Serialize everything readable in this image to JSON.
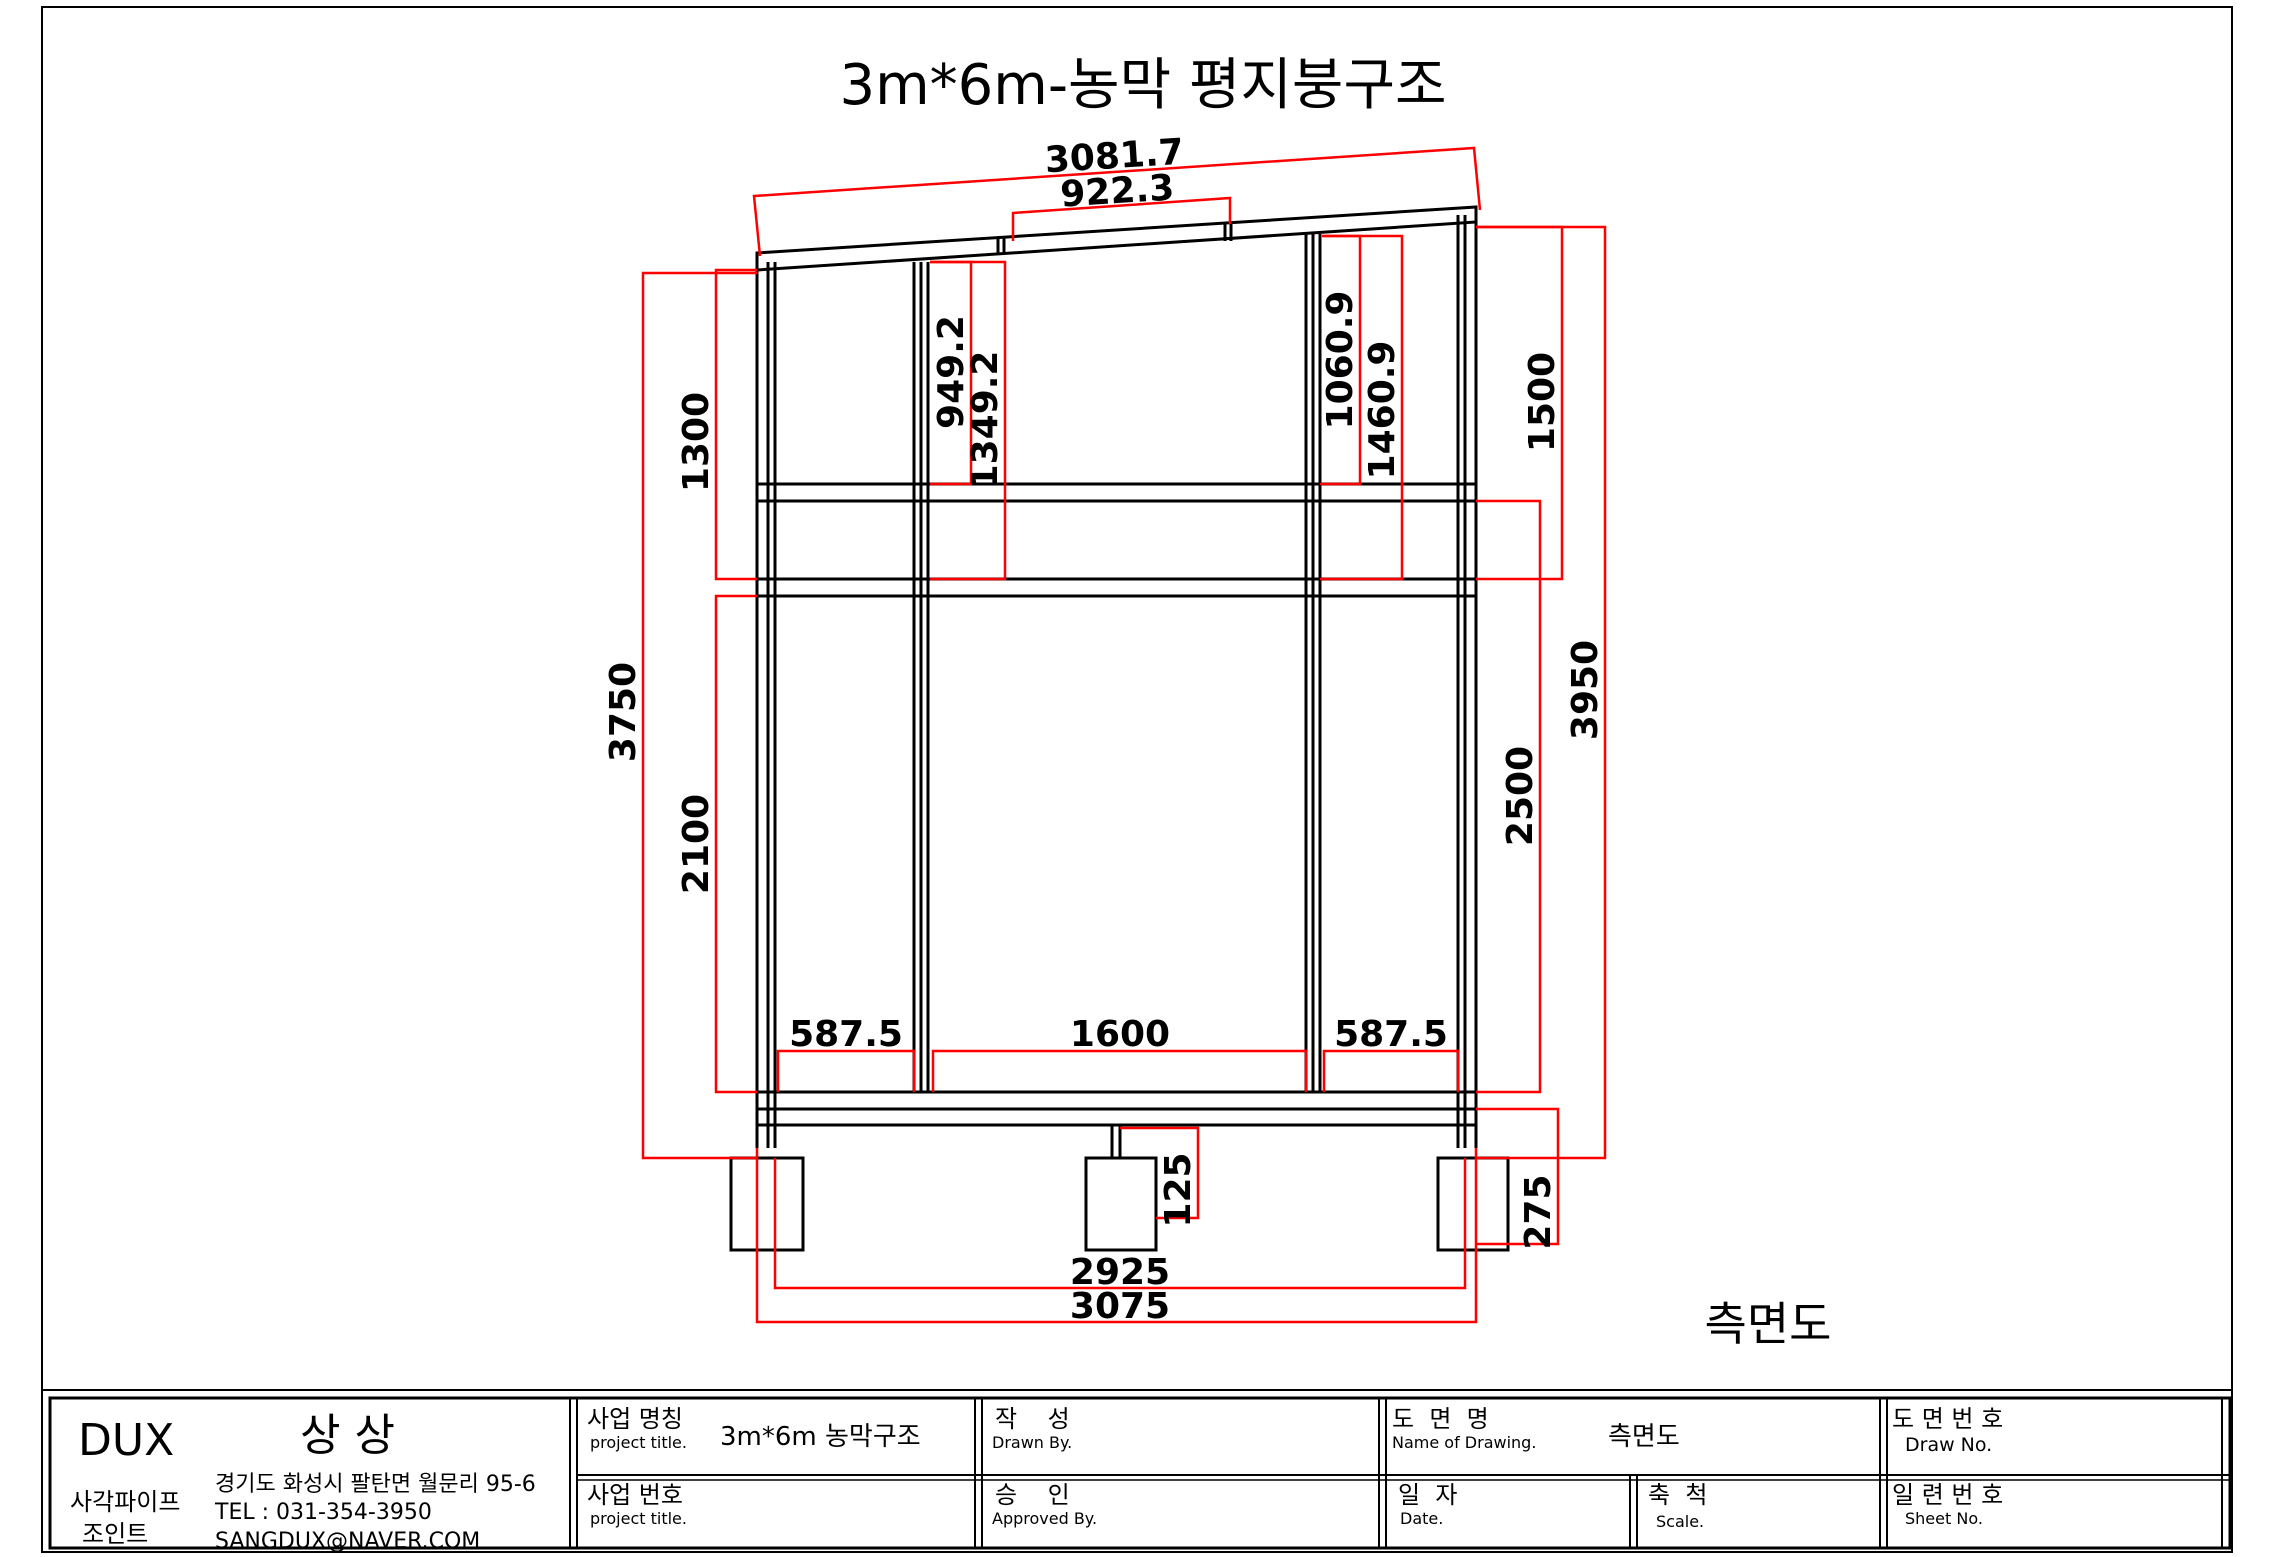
{
  "drawing_title": "3m*6m-농막 평지붕구조",
  "view_label": "측면도",
  "dimensions": {
    "roof_span": "3081.7",
    "ridge_segment": "922.3",
    "left_height_1300": "1300",
    "left_post_949": "949.2",
    "left_post_1349": "1349.2",
    "right_post_1060": "1060.9",
    "right_post_1460": "1460.9",
    "right_height_1500": "1500",
    "overall_left_height": "3750",
    "lower_left_height": "2100",
    "lower_right_height": "2500",
    "overall_right_height": "3950",
    "bay_left": "587.5",
    "bay_center": "1600",
    "bay_right": "587.5",
    "footing_center": "125",
    "footing_right": "275",
    "base_inner": "2925",
    "base_outer": "3075"
  },
  "title_block": {
    "company_brand": "DUX",
    "company_name": "상 상",
    "company_sub1": "사각파이프",
    "company_sub2": "조인트",
    "address": "경기도 화성시 팔탄면 월문리 95-6",
    "tel": "TEL : 031-354-3950",
    "email": "SANGDUX@NAVER.COM",
    "project_name_label": "사업 명칭",
    "project_name_sub": "project title.",
    "project_name_value": "3m*6m 농막구조",
    "project_no_label": "사업 번호",
    "project_no_sub": "project title.",
    "drawn_label": "작    성",
    "drawn_sub": "Drawn By.",
    "approved_label": "승    인",
    "approved_sub": "Approved By.",
    "drawing_name_label": "도  면  명",
    "drawing_name_sub": "Name of Drawing.",
    "drawing_name_value": "측면도",
    "date_label": "일  자",
    "date_sub": "Date.",
    "scale_label": "축  척",
    "scale_sub": "Scale.",
    "draw_no_label": "도 면 번 호",
    "draw_no_sub": "Draw No.",
    "sheet_no_label": "일 련 번 호",
    "sheet_no_sub": "Sheet No."
  }
}
